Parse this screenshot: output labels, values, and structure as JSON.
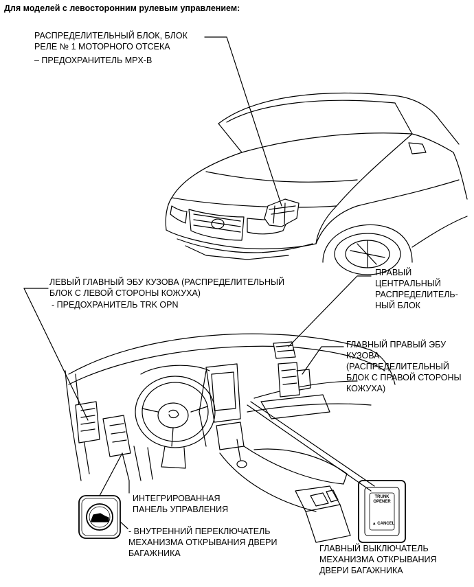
{
  "header": "Для моделей с левосторонним рулевым управлением:",
  "labels": {
    "relay_block_1": "РАСПРЕДЕЛИТЕЛЬНЫЙ БЛОК, БЛОК",
    "relay_block_2": "РЕЛЕ № 1 МОТОРНОГО ОТСЕКА",
    "mpx_fuse": "– ПРЕДОХРАНИТЕЛЬ MPX-B",
    "left_ecu_1": "ЛЕВЫЙ ГЛАВНЫЙ ЭБУ КУЗОВА (РАСПРЕДЕЛИТЕЛЬНЫЙ",
    "left_ecu_2": "БЛОК С ЛЕВОЙ СТОРОНЫ КОЖУХА)",
    "trk_fuse": "- ПРЕДОХРАНИТЕЛЬ TRK OPN",
    "right_jb_1": "ПРАВЫЙ",
    "right_jb_2": "ЦЕНТРАЛЬНЫЙ",
    "right_jb_3": "РАСПРЕДЕЛИТЕЛЬ-",
    "right_jb_4": "НЫЙ БЛОК",
    "right_ecu_1": "ГЛАВНЫЙ ПРАВЫЙ ЭБУ",
    "right_ecu_2": "КУЗОВА",
    "right_ecu_3": "(РАСПРЕДЕЛИТЕЛЬНЫЙ",
    "right_ecu_4": "БЛОК С ПРАВОЙ СТОРОНЫ",
    "right_ecu_5": "КОЖУХА)",
    "panel_1": "ИНТЕГРИРОВАННАЯ",
    "panel_2": "ПАНЕЛЬ УПРАВЛЕНИЯ",
    "inner_switch_1": "- ВНУТРЕННИЙ ПЕРЕКЛЮЧАТЕЛЬ",
    "inner_switch_2": "МЕХАНИЗМА ОТКРЫВАНИЯ ДВЕРИ",
    "inner_switch_3": "БАГАЖНИКА",
    "main_switch_1": "ГЛАВНЫЙ ВЫКЛЮЧАТЕЛЬ",
    "main_switch_2": "МЕХАНИЗМА ОТКРЫВАНИЯ",
    "main_switch_3": "ДВЕРИ БАГАЖНИКА"
  },
  "button": {
    "line1": "TRUNK",
    "line2": "OPENER",
    "cancel": "CANCEL"
  }
}
